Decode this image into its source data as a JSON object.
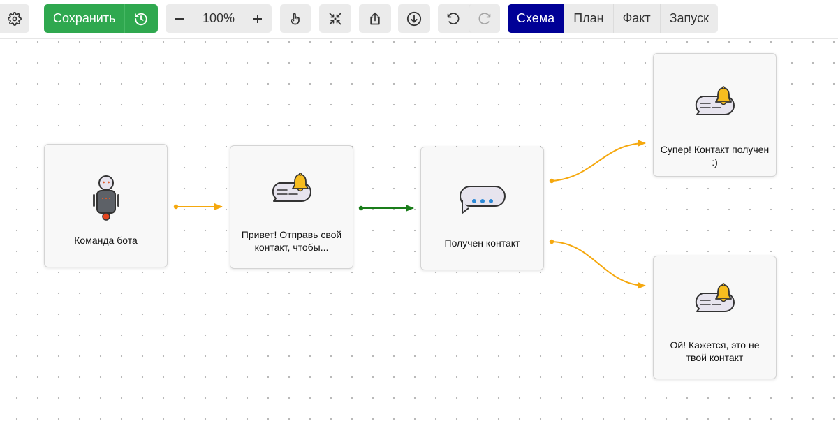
{
  "toolbar": {
    "settings_icon": "gear-icon",
    "save_label": "Сохранить",
    "history_icon": "history-icon",
    "zoom_out_icon": "minus-icon",
    "zoom_value": "100%",
    "zoom_in_icon": "plus-icon",
    "pan_icon": "hand-pointer-icon",
    "fit_icon": "fit-to-screen-icon",
    "export_icon": "share-upload-icon",
    "import_icon": "download-circle-icon",
    "undo_icon": "undo-icon",
    "redo_icon": "redo-icon",
    "tabs": [
      {
        "label": "Схема",
        "active": true
      },
      {
        "label": "План",
        "active": false
      },
      {
        "label": "Факт",
        "active": false
      },
      {
        "label": "Запуск",
        "active": false
      }
    ]
  },
  "nodes": [
    {
      "id": "bot-command",
      "icon": "robot-icon",
      "label": "Команда бота"
    },
    {
      "id": "greeting-message",
      "icon": "message-bell-icon",
      "label": "Привет! Отправь свой контакт, чтобы..."
    },
    {
      "id": "contact-received",
      "icon": "chat-dots-icon",
      "label": "Получен контакт"
    },
    {
      "id": "success-message",
      "icon": "message-bell-icon",
      "label": "Супер! Контакт получен :)"
    },
    {
      "id": "error-message",
      "icon": "message-bell-icon",
      "label": "Ой! Кажется, это не твой контакт"
    }
  ],
  "connections": [
    {
      "from": "bot-command",
      "to": "greeting-message",
      "color": "#f5a80e"
    },
    {
      "from": "greeting-message",
      "to": "contact-received",
      "color": "#1a7d1a"
    },
    {
      "from": "contact-received",
      "to": "success-message",
      "color": "#f5a80e"
    },
    {
      "from": "contact-received",
      "to": "error-message",
      "color": "#f5a80e"
    }
  ],
  "colors": {
    "save_green": "#2fa84f",
    "tab_active": "#000096",
    "toolbar_button": "#ebebeb",
    "wire_orange": "#f5a80e",
    "wire_green": "#1a7d1a",
    "bell_yellow": "#f7bd1f"
  }
}
